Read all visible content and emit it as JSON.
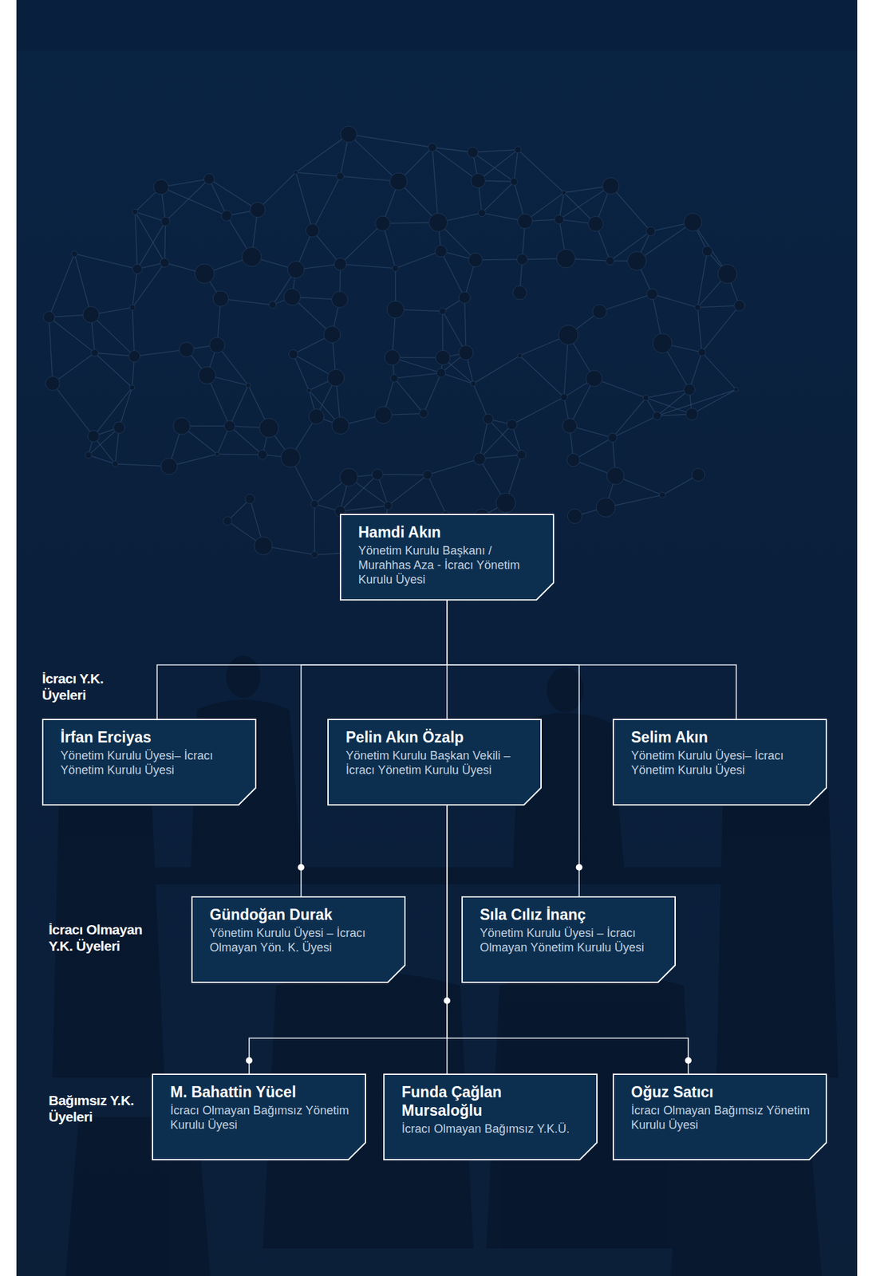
{
  "diagram": {
    "nodes": [
      {
        "text": [
          "Hamdi Akın",
          "Yönetim Kurulu Başkanı / Murahhas Aza - İcracı Yönetim Kurulu Üyesi"
        ]
      },
      {
        "text": [
          "İrfan Erciyas",
          "Yönetim Kurulu Üyesi– İcracı Yönetim Kurulu Üyesi"
        ]
      },
      {
        "text": [
          "Pelin Akın Özalp",
          "Yönetim Kurulu Başkan Vekili – İcracı Yönetim Kurulu Üyesi"
        ]
      },
      {
        "text": [
          "Selim Akın",
          "Yönetim Kurulu Üyesi– İcracı Yönetim Kurulu Üyesi"
        ]
      },
      {
        "text": [
          "Gündoğan Durak",
          "Yönetim Kurulu Üyesi – İcracı Olmayan Yön. K. Üyesi"
        ]
      },
      {
        "text": [
          "Sıla Cılız İnanç",
          "Yönetim Kurulu Üyesi – İcracı Olmayan Yönetim Kurulu Üyesi"
        ]
      },
      {
        "text": [
          "M. Bahattin Yücel",
          "İcracı Olmayan Bağımsız Yönetim Kurulu Üyesi"
        ]
      },
      {
        "text": [
          "Funda Çağlan Mursaloğlu",
          "İcracı Olmayan Bağımsız Y.K.Ü."
        ]
      },
      {
        "text": [
          "Oğuz Satıcı",
          "İcracı Olmayan Bağımsız Yönetim Kurulu Üyesi"
        ]
      }
    ],
    "edges": [
      {
        "from": 0,
        "to": 1,
        "arrow": "none"
      },
      {
        "from": 0,
        "to": 2,
        "arrow": "none"
      },
      {
        "from": 0,
        "to": 3,
        "arrow": "none"
      },
      {
        "from": 0,
        "to": 4,
        "arrow": "none"
      },
      {
        "from": 0,
        "to": 5,
        "arrow": "none"
      },
      {
        "from": 2,
        "to": 6,
        "arrow": "none"
      },
      {
        "from": 2,
        "to": 7,
        "arrow": "none"
      },
      {
        "from": 2,
        "to": 8,
        "arrow": "none"
      }
    ],
    "labels": [
      "İcracı Y.K. Üyeleri",
      "İcracı Olmayan Y.K. Üyeleri",
      "Bağımsız Y.K. Üyeleri"
    ]
  }
}
